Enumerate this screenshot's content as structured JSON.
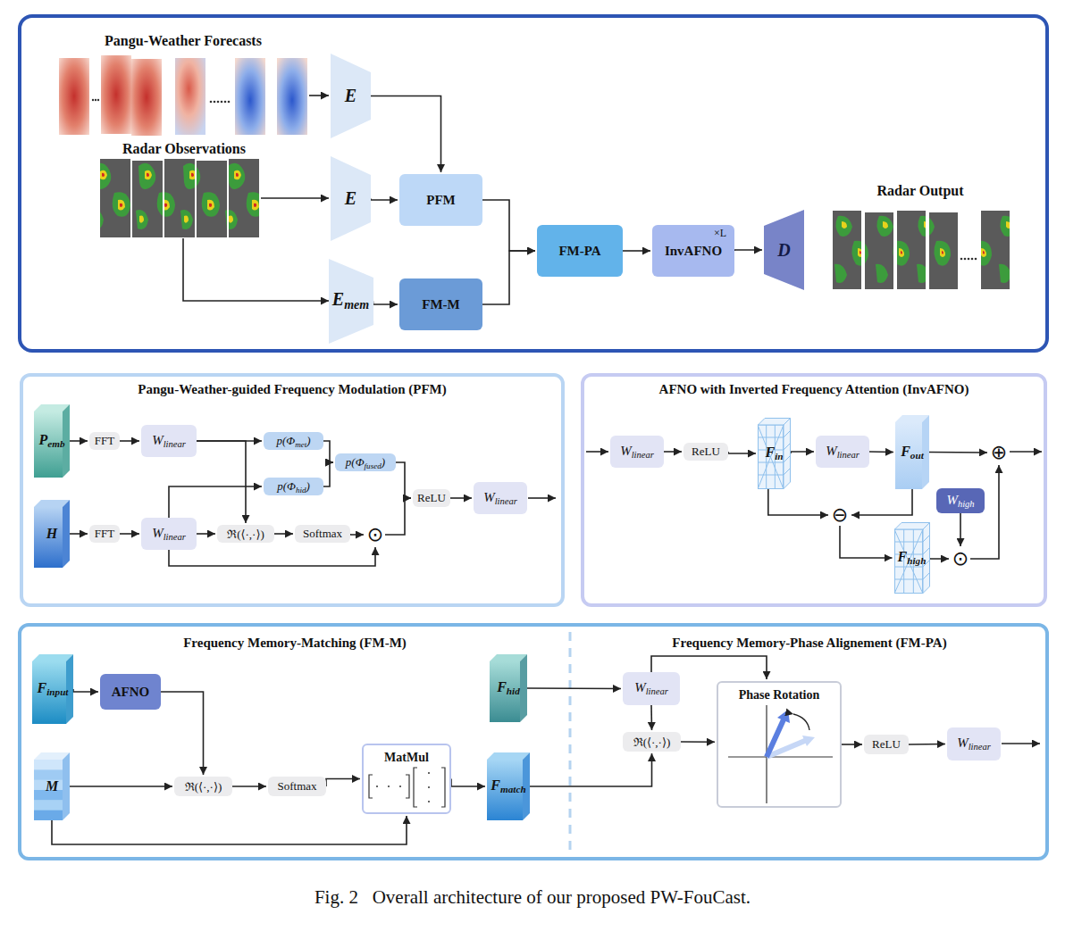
{
  "diagram": {
    "caption": "Fig. 2   Overall architecture of our proposed PW-FouCast.",
    "nodes": [
      {
        "text": [
          "E"
        ]
      },
      {
        "text": [
          "E"
        ]
      },
      {
        "text": [
          "E",
          "mem"
        ]
      },
      {
        "text": [
          "PFM"
        ]
      },
      {
        "text": [
          "FM-M"
        ]
      },
      {
        "text": [
          "FM-PA"
        ]
      },
      {
        "text": [
          "InvAFNO"
        ]
      },
      {
        "text": [
          "D"
        ]
      },
      {
        "text": [
          "Pangu-Weather-guided Frequency Modulation (PFM)"
        ]
      },
      {
        "text": [
          "P",
          "emb"
        ],
        "in": 8
      },
      {
        "text": [
          "FFT"
        ],
        "in": 8
      },
      {
        "text": [
          "W",
          "linear"
        ],
        "in": 8
      },
      {
        "text": [
          "p(Φ",
          "met",
          ")"
        ],
        "in": 8
      },
      {
        "text": [
          "p(Φ",
          "hid",
          ")"
        ],
        "in": 8
      },
      {
        "text": [
          "p(Φ",
          "fused",
          ")"
        ],
        "in": 8
      },
      {
        "text": [
          "H"
        ],
        "in": 8
      },
      {
        "text": [
          "FFT"
        ],
        "in": 8
      },
      {
        "text": [
          "W",
          "linear"
        ],
        "in": 8
      },
      {
        "text": [
          "ℜ(⟨·,·⟩)"
        ],
        "in": 8
      },
      {
        "text": [
          "Softmax"
        ],
        "in": 8
      },
      {
        "text": [
          "⊙"
        ],
        "in": 8
      },
      {
        "text": [
          "ReLU"
        ],
        "in": 8
      },
      {
        "text": [
          "W",
          "linear"
        ],
        "in": 8
      },
      {
        "text": [
          "AFNO with Inverted Frequency Attention (InvAFNO)"
        ]
      },
      {
        "text": [
          "W",
          "linear"
        ],
        "in": 23
      },
      {
        "text": [
          "ReLU"
        ],
        "in": 23
      },
      {
        "text": [
          "F",
          "in"
        ],
        "in": 23
      },
      {
        "text": [
          "W",
          "linear"
        ],
        "in": 23
      },
      {
        "text": [
          "F",
          "out"
        ],
        "in": 23
      },
      {
        "text": [
          "⊖"
        ],
        "in": 23
      },
      {
        "text": [
          "F",
          "high"
        ],
        "in": 23
      },
      {
        "text": [
          "W",
          "high"
        ],
        "in": 23
      },
      {
        "text": [
          "⊙"
        ],
        "in": 23
      },
      {
        "text": [
          "⊕"
        ],
        "in": 23
      },
      {
        "text": [
          "Frequency Memory-Matching (FM-M)"
        ]
      },
      {
        "text": [
          "F",
          "input"
        ],
        "in": 34
      },
      {
        "text": [
          "AFNO"
        ],
        "in": 34
      },
      {
        "text": [
          "M"
        ],
        "in": 34
      },
      {
        "text": [
          "ℜ(⟨·,·⟩)"
        ],
        "in": 34
      },
      {
        "text": [
          "Softmax"
        ],
        "in": 34
      },
      {
        "text": [
          "MatMul"
        ],
        "in": 34
      },
      {
        "text": [
          "F",
          "match"
        ],
        "in": 34
      },
      {
        "text": [
          "Frequency Memory-Phase Alignement (FM-PA)"
        ]
      },
      {
        "text": [
          "F",
          "hid"
        ],
        "in": 42
      },
      {
        "text": [
          "W",
          "linear"
        ],
        "in": 42
      },
      {
        "text": [
          "ℜ(⟨·,·⟩)"
        ],
        "in": 42
      },
      {
        "text": [
          "Phase Rotation"
        ],
        "in": 42
      },
      {
        "text": [
          "ReLU"
        ],
        "in": 42
      },
      {
        "text": [
          "W",
          "linear"
        ],
        "in": 42
      }
    ],
    "edges": [
      {
        "from": 0,
        "to": 3,
        "arrow": "to"
      },
      {
        "from": 1,
        "to": 3,
        "arrow": "to"
      },
      {
        "from": 2,
        "to": 4,
        "arrow": "to"
      },
      {
        "from": 3,
        "to": 5,
        "arrow": "to"
      },
      {
        "from": 4,
        "to": 5,
        "arrow": "to"
      },
      {
        "from": 5,
        "to": 6,
        "arrow": "to"
      },
      {
        "from": 6,
        "to": 7,
        "arrow": "to"
      },
      {
        "from": 9,
        "to": 10,
        "arrow": "to"
      },
      {
        "from": 10,
        "to": 11,
        "arrow": "to"
      },
      {
        "from": 11,
        "to": 12,
        "arrow": "to"
      },
      {
        "from": 11,
        "to": 18,
        "arrow": "to"
      },
      {
        "from": 15,
        "to": 16,
        "arrow": "to"
      },
      {
        "from": 16,
        "to": 17,
        "arrow": "to"
      },
      {
        "from": 17,
        "to": 13,
        "arrow": "to"
      },
      {
        "from": 17,
        "to": 18,
        "arrow": "to"
      },
      {
        "from": 18,
        "to": 19,
        "arrow": "to"
      },
      {
        "from": 19,
        "to": 20,
        "arrow": "to"
      },
      {
        "from": 17,
        "to": 20,
        "arrow": "to"
      },
      {
        "from": 12,
        "to": 14,
        "arrow": "to"
      },
      {
        "from": 13,
        "to": 14,
        "arrow": "to"
      },
      {
        "from": 14,
        "to": 21,
        "arrow": "to"
      },
      {
        "from": 20,
        "to": 21,
        "arrow": "to"
      },
      {
        "from": 21,
        "to": 22,
        "arrow": "to"
      },
      {
        "from": 24,
        "to": 25,
        "arrow": "to"
      },
      {
        "from": 25,
        "to": 26,
        "arrow": "to"
      },
      {
        "from": 26,
        "to": 27,
        "arrow": "to"
      },
      {
        "from": 27,
        "to": 28,
        "arrow": "to"
      },
      {
        "from": 28,
        "to": 33,
        "arrow": "to"
      },
      {
        "from": 26,
        "to": 29,
        "arrow": "to"
      },
      {
        "from": 28,
        "to": 29,
        "arrow": "to"
      },
      {
        "from": 29,
        "to": 30,
        "arrow": "to"
      },
      {
        "from": 30,
        "to": 32,
        "arrow": "to"
      },
      {
        "from": 31,
        "to": 32,
        "arrow": "to"
      },
      {
        "from": 32,
        "to": 33,
        "arrow": "to"
      },
      {
        "from": 35,
        "to": 36,
        "arrow": "to"
      },
      {
        "from": 36,
        "to": 38,
        "arrow": "to"
      },
      {
        "from": 37,
        "to": 38,
        "arrow": "to"
      },
      {
        "from": 38,
        "to": 39,
        "arrow": "to"
      },
      {
        "from": 39,
        "to": 40,
        "arrow": "to"
      },
      {
        "from": 37,
        "to": 40,
        "arrow": "to"
      },
      {
        "from": 40,
        "to": 41,
        "arrow": "to"
      },
      {
        "from": 41,
        "to": 45,
        "arrow": "to"
      },
      {
        "from": 43,
        "to": 44,
        "arrow": "to"
      },
      {
        "from": 44,
        "to": 45,
        "arrow": "to"
      },
      {
        "from": 44,
        "to": 46,
        "arrow": "to"
      },
      {
        "from": 45,
        "to": 46,
        "arrow": "to"
      },
      {
        "from": 46,
        "to": 47,
        "arrow": "to"
      },
      {
        "from": 47,
        "to": 48,
        "arrow": "to"
      }
    ],
    "labels": [
      "Pangu-Weather Forecasts",
      "Radar Observations",
      "Radar Output",
      "×L"
    ]
  }
}
